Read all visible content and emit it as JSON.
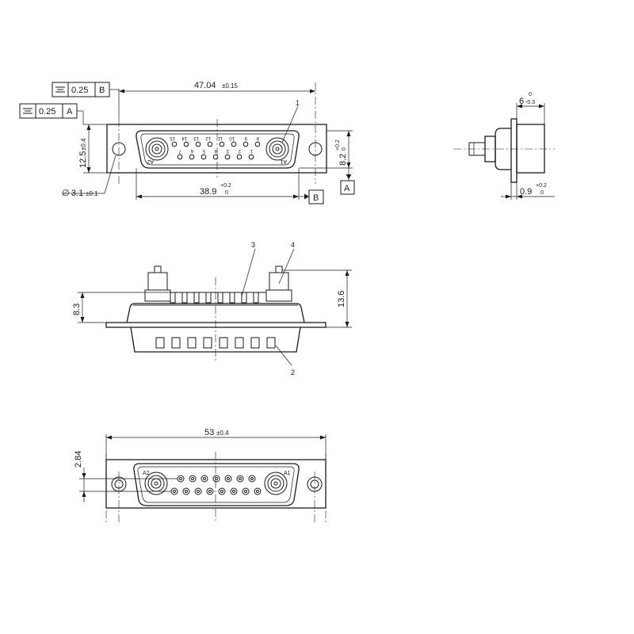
{
  "top_view": {
    "overall_width": "47.04",
    "overall_width_tol": "±0.15",
    "shell_width": "38.9",
    "shell_width_tol_upper": "+0.2",
    "shell_width_tol_lower": "0",
    "height_dim": "12.5",
    "height_tol": "±0.4",
    "depth_dim": "8.2",
    "depth_tol_upper": "+0.2",
    "depth_tol_lower": "0",
    "hole_dia": "3.1",
    "hole_dia_tol": "±0.1",
    "hole_dia_symbol": "∅",
    "frame_b_value": "0.25",
    "frame_b_datum": "B",
    "frame_a_value": "0.25",
    "frame_a_datum": "A",
    "datum_a_label": "A",
    "datum_b_label": "B",
    "callout_1": "1",
    "top_row_numbers": [
      "8",
      "9",
      "10",
      "11",
      "12",
      "13",
      "14",
      "15"
    ],
    "bottom_row_numbers": [
      "1",
      "2",
      "3",
      "4",
      "5",
      "6",
      "7"
    ],
    "coax_left_label": "A2",
    "coax_right_label": "A1"
  },
  "side_view": {
    "width_upper": "0",
    "width_lower": "-0.3",
    "width_nominal": "6",
    "flange_dim": "0.9",
    "flange_tol_upper": "+0.2",
    "flange_tol_lower": "0"
  },
  "front_view": {
    "height_left": "8.3",
    "height_right": "13.6",
    "callout_2": "2",
    "callout_3": "3",
    "callout_4": "4"
  },
  "bottom_view": {
    "overall_width": "53",
    "overall_width_tol": "±0.4",
    "row_pitch": "2.84",
    "coax_left_label": "A2",
    "coax_right_label": "A1"
  }
}
